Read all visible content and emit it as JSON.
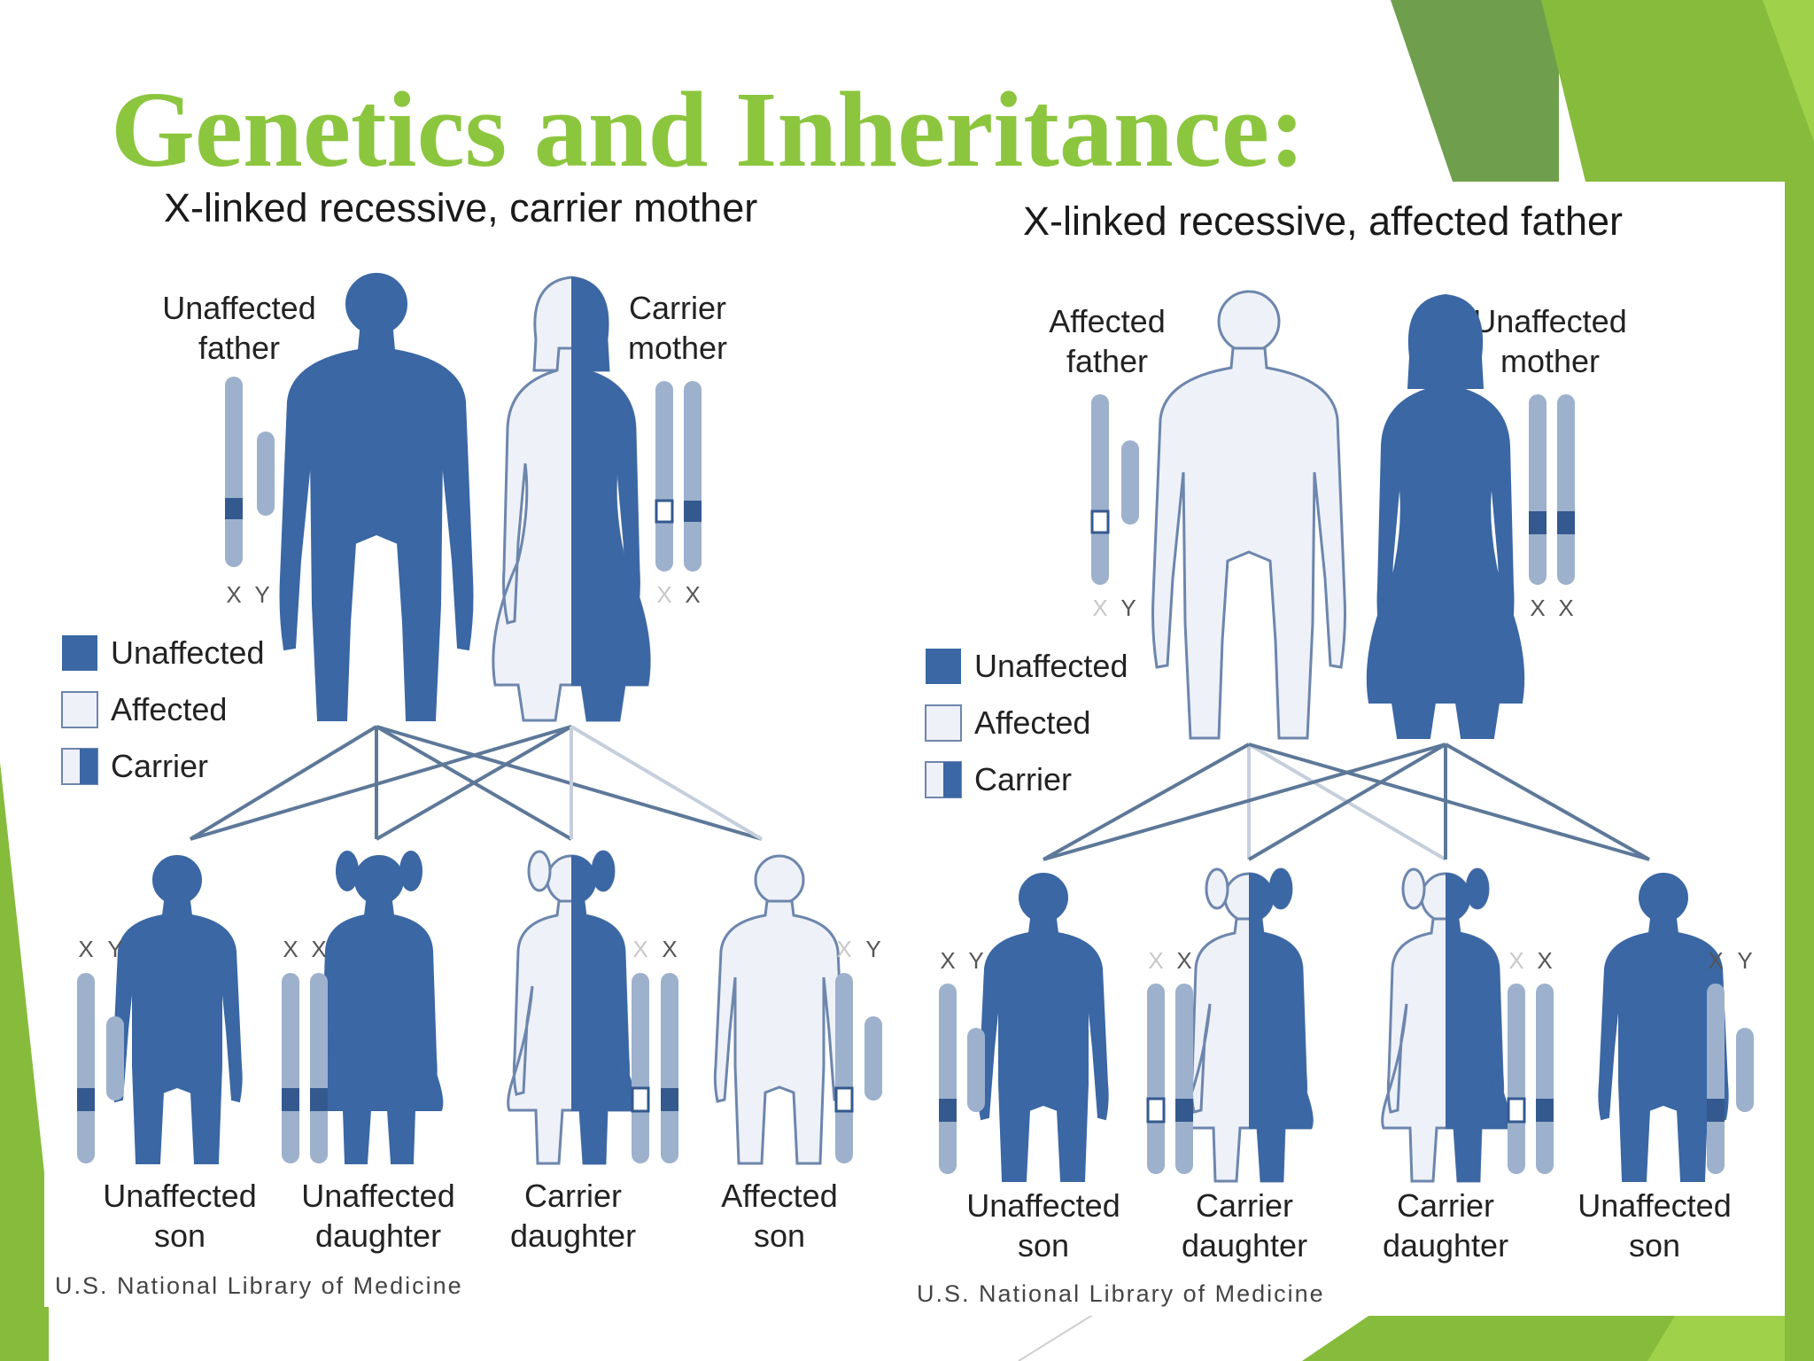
{
  "slide": {
    "title": "Genetics and Inheritance:",
    "accent_color": "#8cc63f",
    "figure_blue": "#3b67a4"
  },
  "legend": {
    "unaffected": "Unaffected",
    "affected": "Affected",
    "carrier": "Carrier"
  },
  "chromosome_letters": {
    "x": "X",
    "y": "Y"
  },
  "left_panel": {
    "title": "X-linked recessive, carrier mother",
    "father": {
      "line1": "Unaffected",
      "line2": "father",
      "status": "unaffected"
    },
    "mother": {
      "line1": "Carrier",
      "line2": "mother",
      "status": "carrier"
    },
    "children": [
      {
        "line1": "Unaffected",
        "line2": "son",
        "status": "unaffected"
      },
      {
        "line1": "Unaffected",
        "line2": "daughter",
        "status": "unaffected"
      },
      {
        "line1": "Carrier",
        "line2": "daughter",
        "status": "carrier"
      },
      {
        "line1": "Affected",
        "line2": "son",
        "status": "affected"
      }
    ],
    "credit": "U.S. National Library of Medicine"
  },
  "right_panel": {
    "title": "X-linked recessive, affected father",
    "father": {
      "line1": "Affected",
      "line2": "father",
      "status": "affected"
    },
    "mother": {
      "line1": "Unaffected",
      "line2": "mother",
      "status": "unaffected"
    },
    "children": [
      {
        "line1": "Unaffected",
        "line2": "son",
        "status": "unaffected"
      },
      {
        "line1": "Carrier",
        "line2": "daughter",
        "status": "carrier"
      },
      {
        "line1": "Carrier",
        "line2": "daughter",
        "status": "carrier"
      },
      {
        "line1": "Unaffected",
        "line2": "son",
        "status": "unaffected"
      }
    ],
    "credit": "U.S. National Library of Medicine"
  }
}
